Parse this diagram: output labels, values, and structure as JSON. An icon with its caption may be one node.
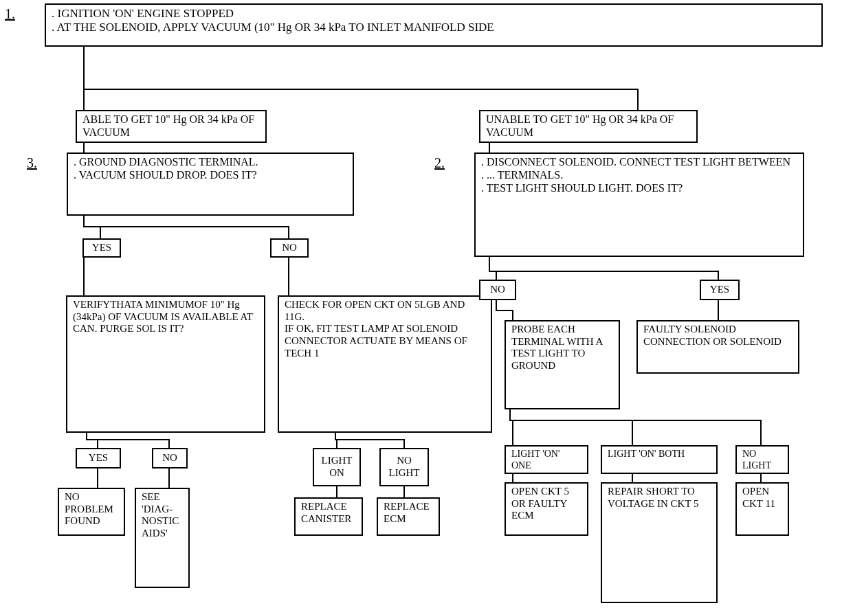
{
  "diagram": {
    "nodes": [
      {
        "text": [
          ". IGNITION 'ON' ENGINE STOPPED",
          ". AT THE SOLENOID, APPLY VACUUM (10\" Hg OR 34 kPa TO INLET MANIFOLD SIDE"
        ],
        "beside": [
          "1."
        ]
      },
      {
        "text": [
          "ABLE TO GET 10\" Hg OR 34 kPa OF VACUUM"
        ]
      },
      {
        "text": [
          "UNABLE TO GET 10\" Hg OR 34 kPa OF VACUUM"
        ]
      },
      {
        "text": [
          ". GROUND DIAGNOSTIC TERMINAL.",
          ". VACUUM SHOULD DROP. DOES IT?"
        ],
        "beside": [
          "3."
        ]
      },
      {
        "text": [
          ". DISCONNECT SOLENOID. CONNECT TEST LIGHT BETWEEN",
          ". ... TERMINALS.",
          ". TEST LIGHT SHOULD LIGHT. DOES IT?"
        ],
        "beside": [
          "2."
        ]
      },
      {
        "text": [
          "YES"
        ]
      },
      {
        "text": [
          "NO"
        ]
      },
      {
        "text": [
          "VERIFYTHATA MINIMUMOF 10\" Hg (34kPa) OF VACUUM IS AVAILABLE AT CAN. PURGE SOL IS IT?"
        ]
      },
      {
        "text": [
          "CHECK FOR OPEN CKT ON 5LGB AND 11G.",
          "IF OK, FIT TEST LAMP AT SOLENOID CONNECTOR ACTUATE BY MEANS OF TECH 1"
        ]
      },
      {
        "text": [
          "NO"
        ]
      },
      {
        "text": [
          "YES"
        ]
      },
      {
        "text": [
          "PROBE EACH TERMINAL WITH A TEST LIGHT TO GROUND"
        ]
      },
      {
        "text": [
          "FAULTY SOLENOID CONNECTION OR SOLENOID"
        ]
      },
      {
        "text": [
          "YES"
        ]
      },
      {
        "text": [
          "NO"
        ]
      },
      {
        "text": [
          "LIGHT ON"
        ]
      },
      {
        "text": [
          "NO LIGHT"
        ]
      },
      {
        "text": [
          "NO PROBLEM FOUND"
        ]
      },
      {
        "text": [
          "SEE 'DIAG- NOSTIC AIDS'"
        ]
      },
      {
        "text": [
          "REPLACE CANISTER"
        ]
      },
      {
        "text": [
          "REPLACE ECM"
        ]
      },
      {
        "text": [
          "LIGHT 'ON' ONE"
        ]
      },
      {
        "text": [
          "LIGHT 'ON' BOTH"
        ]
      },
      {
        "text": [
          "NO LIGHT"
        ]
      },
      {
        "text": [
          "OPEN CKT 5 OR FAULTY ECM"
        ]
      },
      {
        "text": [
          "REPAIR SHORT TO VOLTAGE IN CKT 5"
        ]
      },
      {
        "text": [
          "OPEN CKT 11"
        ]
      }
    ],
    "edges": [
      {
        "from": 0,
        "to": 1,
        "arrow": "none"
      },
      {
        "from": 0,
        "to": 2,
        "arrow": "none"
      },
      {
        "from": 1,
        "to": 3,
        "arrow": "none"
      },
      {
        "from": 2,
        "to": 4,
        "arrow": "none"
      },
      {
        "from": 3,
        "to": 5,
        "arrow": "none"
      },
      {
        "from": 3,
        "to": 6,
        "arrow": "none"
      },
      {
        "from": 5,
        "to": 7,
        "arrow": "none"
      },
      {
        "from": 6,
        "to": 8,
        "arrow": "none"
      },
      {
        "from": 4,
        "to": 9,
        "arrow": "none"
      },
      {
        "from": 4,
        "to": 10,
        "arrow": "none"
      },
      {
        "from": 9,
        "to": 11,
        "arrow": "none"
      },
      {
        "from": 10,
        "to": 12,
        "arrow": "none"
      },
      {
        "from": 7,
        "to": 13,
        "arrow": "none"
      },
      {
        "from": 7,
        "to": 14,
        "arrow": "none"
      },
      {
        "from": 8,
        "to": 15,
        "arrow": "none"
      },
      {
        "from": 8,
        "to": 16,
        "arrow": "none"
      },
      {
        "from": 13,
        "to": 17,
        "arrow": "none"
      },
      {
        "from": 14,
        "to": 18,
        "arrow": "none"
      },
      {
        "from": 15,
        "to": 19,
        "arrow": "none"
      },
      {
        "from": 16,
        "to": 20,
        "arrow": "none"
      },
      {
        "from": 11,
        "to": 21,
        "arrow": "none"
      },
      {
        "from": 11,
        "to": 22,
        "arrow": "none"
      },
      {
        "from": 11,
        "to": 23,
        "arrow": "none"
      },
      {
        "from": 21,
        "to": 24,
        "arrow": "none"
      },
      {
        "from": 22,
        "to": 25,
        "arrow": "none"
      },
      {
        "from": 23,
        "to": 26,
        "arrow": "none"
      }
    ]
  }
}
